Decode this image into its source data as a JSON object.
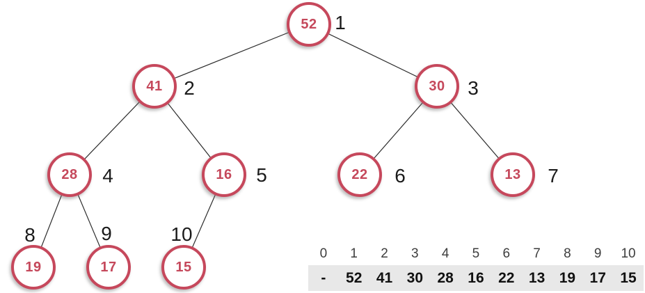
{
  "heap": {
    "nodes": [
      {
        "value": "52",
        "position_label": "1"
      },
      {
        "value": "41",
        "position_label": "2"
      },
      {
        "value": "30",
        "position_label": "3"
      },
      {
        "value": "28",
        "position_label": "4"
      },
      {
        "value": "16",
        "position_label": "5"
      },
      {
        "value": "22",
        "position_label": "6"
      },
      {
        "value": "13",
        "position_label": "7"
      },
      {
        "value": "19",
        "position_label": "8"
      },
      {
        "value": "17",
        "position_label": "9"
      },
      {
        "value": "15",
        "position_label": "10"
      }
    ],
    "edges": [
      {
        "parent": "1",
        "child": "2"
      },
      {
        "parent": "1",
        "child": "3"
      },
      {
        "parent": "2",
        "child": "4"
      },
      {
        "parent": "2",
        "child": "5"
      },
      {
        "parent": "3",
        "child": "6"
      },
      {
        "parent": "3",
        "child": "7"
      },
      {
        "parent": "4",
        "child": "8"
      },
      {
        "parent": "4",
        "child": "9"
      },
      {
        "parent": "5",
        "child": "10"
      }
    ]
  },
  "array": {
    "indices": [
      "0",
      "1",
      "2",
      "3",
      "4",
      "5",
      "6",
      "7",
      "8",
      "9",
      "10"
    ],
    "values": [
      "-",
      "52",
      "41",
      "30",
      "28",
      "16",
      "22",
      "13",
      "19",
      "17",
      "15"
    ]
  },
  "colors": {
    "node_border": "#C6485C",
    "node_value_text": "#C5485B",
    "edge_line": "#2b2b2b",
    "label_text": "#1b1b1b",
    "array_band_background": "#E8E8E8",
    "array_index_text": "#3d3d3d",
    "array_value_text": "#111111"
  }
}
